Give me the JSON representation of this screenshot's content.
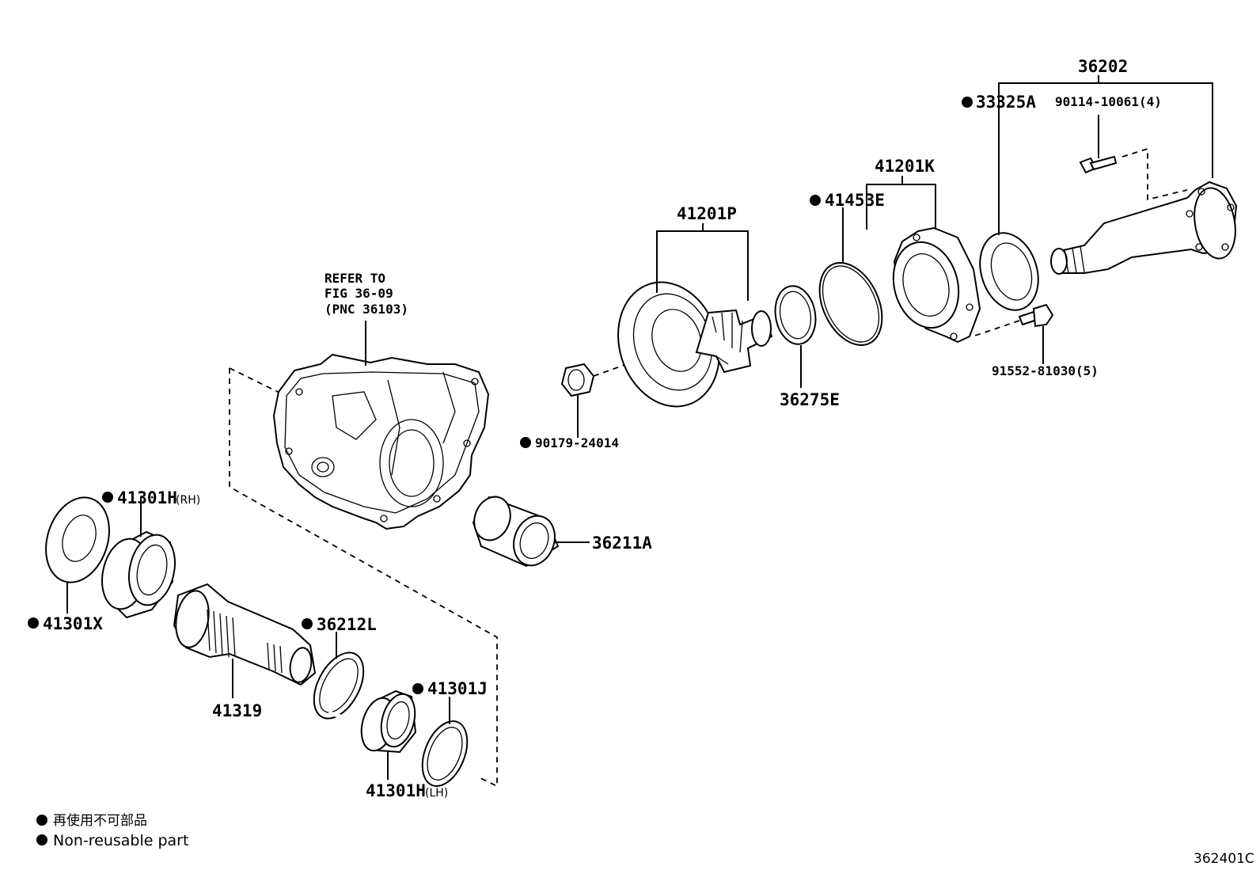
{
  "refer_note": {
    "line1": "REFER TO",
    "line2": "FIG 36-09",
    "line3": "(PNC 36103)"
  },
  "labels": {
    "p36202": "36202",
    "p33325A": "33325A",
    "p90114": "90114-10061(4)",
    "p41201K": "41201K",
    "p41453E": "41453E",
    "p41201P": "41201P",
    "p36275E": "36275E",
    "p91552": "91552-81030(5)",
    "p90179": "90179-24014",
    "p36211A": "36211A",
    "p41301H_rh": "41301H",
    "rh": "(RH)",
    "p41301X": "41301X",
    "p36212L": "36212L",
    "p41319": "41319",
    "p41301J": "41301J",
    "p41301H_lh": "41301H",
    "lh": "(LH)"
  },
  "legend": {
    "jp": "再使用不可部品",
    "en": "Non-reusable part"
  },
  "figure_id": "362401C"
}
